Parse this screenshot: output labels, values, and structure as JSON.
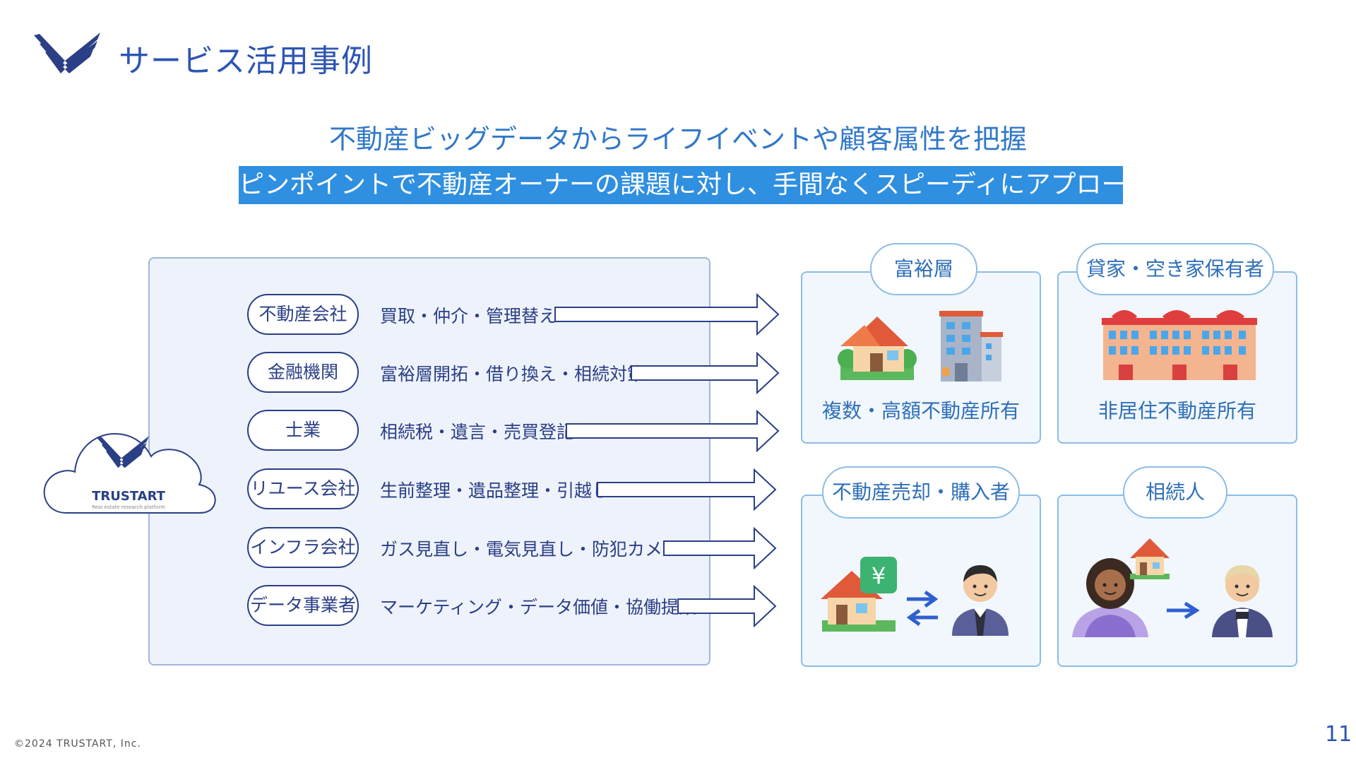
{
  "header": {
    "title": "サービス活用事例"
  },
  "headline": "不動産ビッグデータからライフイベントや顧客属性を把握",
  "subheadline": "ピンポイントで不動産オーナーの課題に対し、手間なくスピーディにアプローチ可能",
  "logo": {
    "name": "TRUSTART",
    "tagline": "Real estate research platform"
  },
  "rows": [
    {
      "label": "不動産会社",
      "text": "買取・仲介・管理替え"
    },
    {
      "label": "金融機関",
      "text": "富裕層開拓・借り換え・相続対策"
    },
    {
      "label": "士業",
      "text": "相続税・遺言・売買登記"
    },
    {
      "label": "リユース会社",
      "text": "生前整理・遺品整理・引越し"
    },
    {
      "label": "インフラ会社",
      "text": "ガス見直し・電気見直し・防犯カメラ"
    },
    {
      "label": "データ事業者",
      "text": "マーケティング・データ価値・協働提案"
    }
  ],
  "segments": [
    {
      "tag": "富裕層",
      "caption": "複数・高額不動産所有",
      "icons": [
        "house-with-garden-icon",
        "office-building-icon"
      ]
    },
    {
      "tag": "貸家・空き家保有者",
      "caption": "非居住不動産所有",
      "icons": [
        "apartment-building-icon"
      ]
    },
    {
      "tag": "不動産売却・購入者",
      "caption": "",
      "icons": [
        "house-yen-icon",
        "exchange-arrows-icon",
        "businessman-icon"
      ]
    },
    {
      "tag": "相続人",
      "caption": "",
      "icons": [
        "woman-icon",
        "house-icon",
        "arrow-right-icon",
        "man-tuxedo-icon"
      ]
    }
  ],
  "footer": {
    "copyright": "©2024 TRUSTART, Inc.",
    "page": "11"
  },
  "colors": {
    "brand_blue": "#2d55b3",
    "accent_blue": "#2f8fe0",
    "navy": "#2a3f85",
    "panel_bg": "#eef2fb"
  }
}
